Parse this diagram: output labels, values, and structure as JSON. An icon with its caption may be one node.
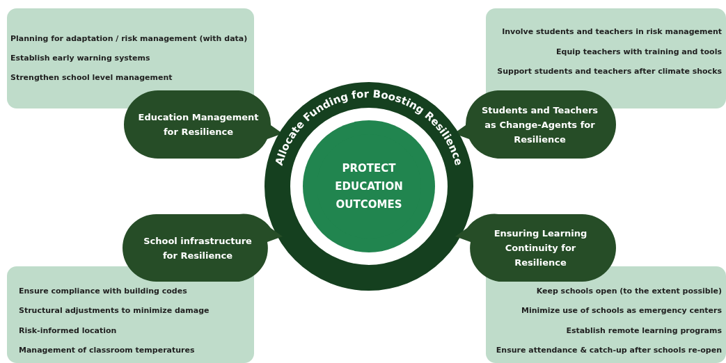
{
  "diagram": {
    "nodes": [
      {
        "text": [
          "Planning for adaptation / risk management (with data)",
          "Establish early warning systems",
          "Strengthen school level management"
        ]
      },
      {
        "text": [
          "Involve students and teachers in risk management",
          "Equip teachers with training and tools",
          "Support students and teachers after climate shocks"
        ]
      },
      {
        "text": [
          "Education Management for Resilience"
        ]
      },
      {
        "text": [
          "Students and Teachers as Change-Agents for Resilience"
        ]
      },
      {
        "text": [
          "Allocate Funding for Boosting Resilience"
        ]
      },
      {
        "text": [
          "PROTECT EDUCATION OUTCOMES"
        ],
        "in": 4
      },
      {
        "text": [
          "School infrastructure for Resilience"
        ]
      },
      {
        "text": [
          "Ensuring Learning Continuity for Resilience"
        ]
      },
      {
        "text": [
          "Ensure compliance with building codes",
          "Structural adjustments to minimize damage",
          "Risk-informed location",
          "Management of classroom temperatures"
        ]
      },
      {
        "text": [
          "Keep schools open (to the extent possible)",
          "Minimize use of schools as emergency centers",
          "Establish remote learning programs",
          "Ensure attendance & catch-up after schools re-open"
        ]
      }
    ]
  }
}
